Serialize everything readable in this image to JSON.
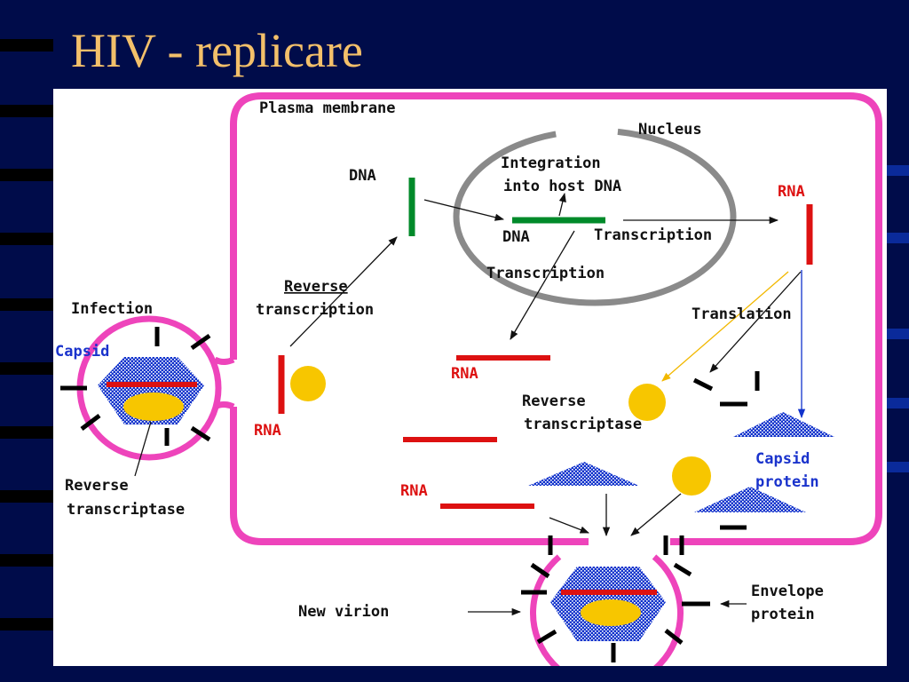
{
  "slide": {
    "title": "HIV - replicare"
  },
  "labels": {
    "plasma_membrane": "Plasma membrane",
    "nucleus": "Nucleus",
    "dna_top": "DNA",
    "integration_line1": "Integration",
    "integration_line2": "into host DNA",
    "rna_right": "RNA",
    "dna_integrated": "DNA",
    "transcription_right": "Transcription",
    "transcription_lower": "Transcription",
    "reverse_line1": "Reverse",
    "reverse_line2": "transcription",
    "infection": "Infection",
    "capsid": "Capsid",
    "translation": "Translation",
    "rna_middle": "RNA",
    "rna_left": "RNA",
    "rt_mid_line1": "Reverse",
    "rt_mid_line2": "transcriptase",
    "capsid_protein_line1": "Capsid",
    "capsid_protein_line2": "protein",
    "rna_lower": "RNA",
    "rt_left_line1": "Reverse",
    "rt_left_line2": "transcriptase",
    "new_virion": "New virion",
    "envelope_line1": "Envelope",
    "envelope_line2": "protein"
  },
  "colors": {
    "background": "#000c4a",
    "title": "#f3c06a",
    "membrane": "#ee44bb",
    "nucleus": "#888888",
    "dna": "#008a2a",
    "rna": "#dd1111",
    "enzyme": "#f7c600",
    "capsid": "#1133cc",
    "text_label": "#111111",
    "blue_label": "#1a33cc"
  }
}
